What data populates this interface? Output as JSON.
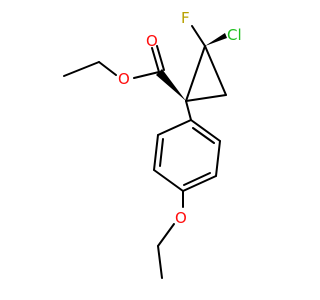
{
  "colors": {
    "bond": "#000000",
    "oxygen": "#ff0d0d",
    "fluorine": "#b8a000",
    "chlorine": "#1fbf1f"
  },
  "atoms": {
    "o_carbonyl": "O",
    "o_ester": "O",
    "f": "F",
    "cl": "Cl",
    "o_ether": "O"
  }
}
